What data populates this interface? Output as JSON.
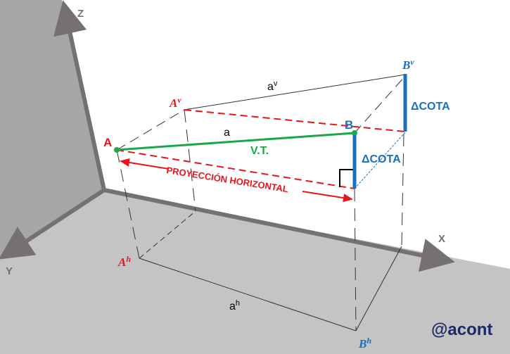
{
  "axes": {
    "x": "X",
    "y": "Y",
    "z": "Z"
  },
  "points": {
    "a": "A",
    "b": "B",
    "av": "A",
    "av_sup": "v",
    "bv": "B",
    "bv_sup": "v",
    "ah": "A",
    "ah_sup": "h",
    "bh": "B",
    "bh_sup": "h"
  },
  "segments": {
    "a": "a",
    "av": "a",
    "av_sup": "v",
    "ah": "a",
    "ah_sup": "h"
  },
  "labels": {
    "true_length": "V.T.",
    "horizontal_projection": "PROYECCIÓN HORIZONTAL",
    "delta_cota_1": "ΔCOTA",
    "delta_cota_2": "ΔCOTA"
  },
  "watermark": "@acont",
  "colors": {
    "red": "#e8141c",
    "green": "#1aa84a",
    "blue": "#1a6fc0",
    "navy": "#1b2a6b"
  }
}
